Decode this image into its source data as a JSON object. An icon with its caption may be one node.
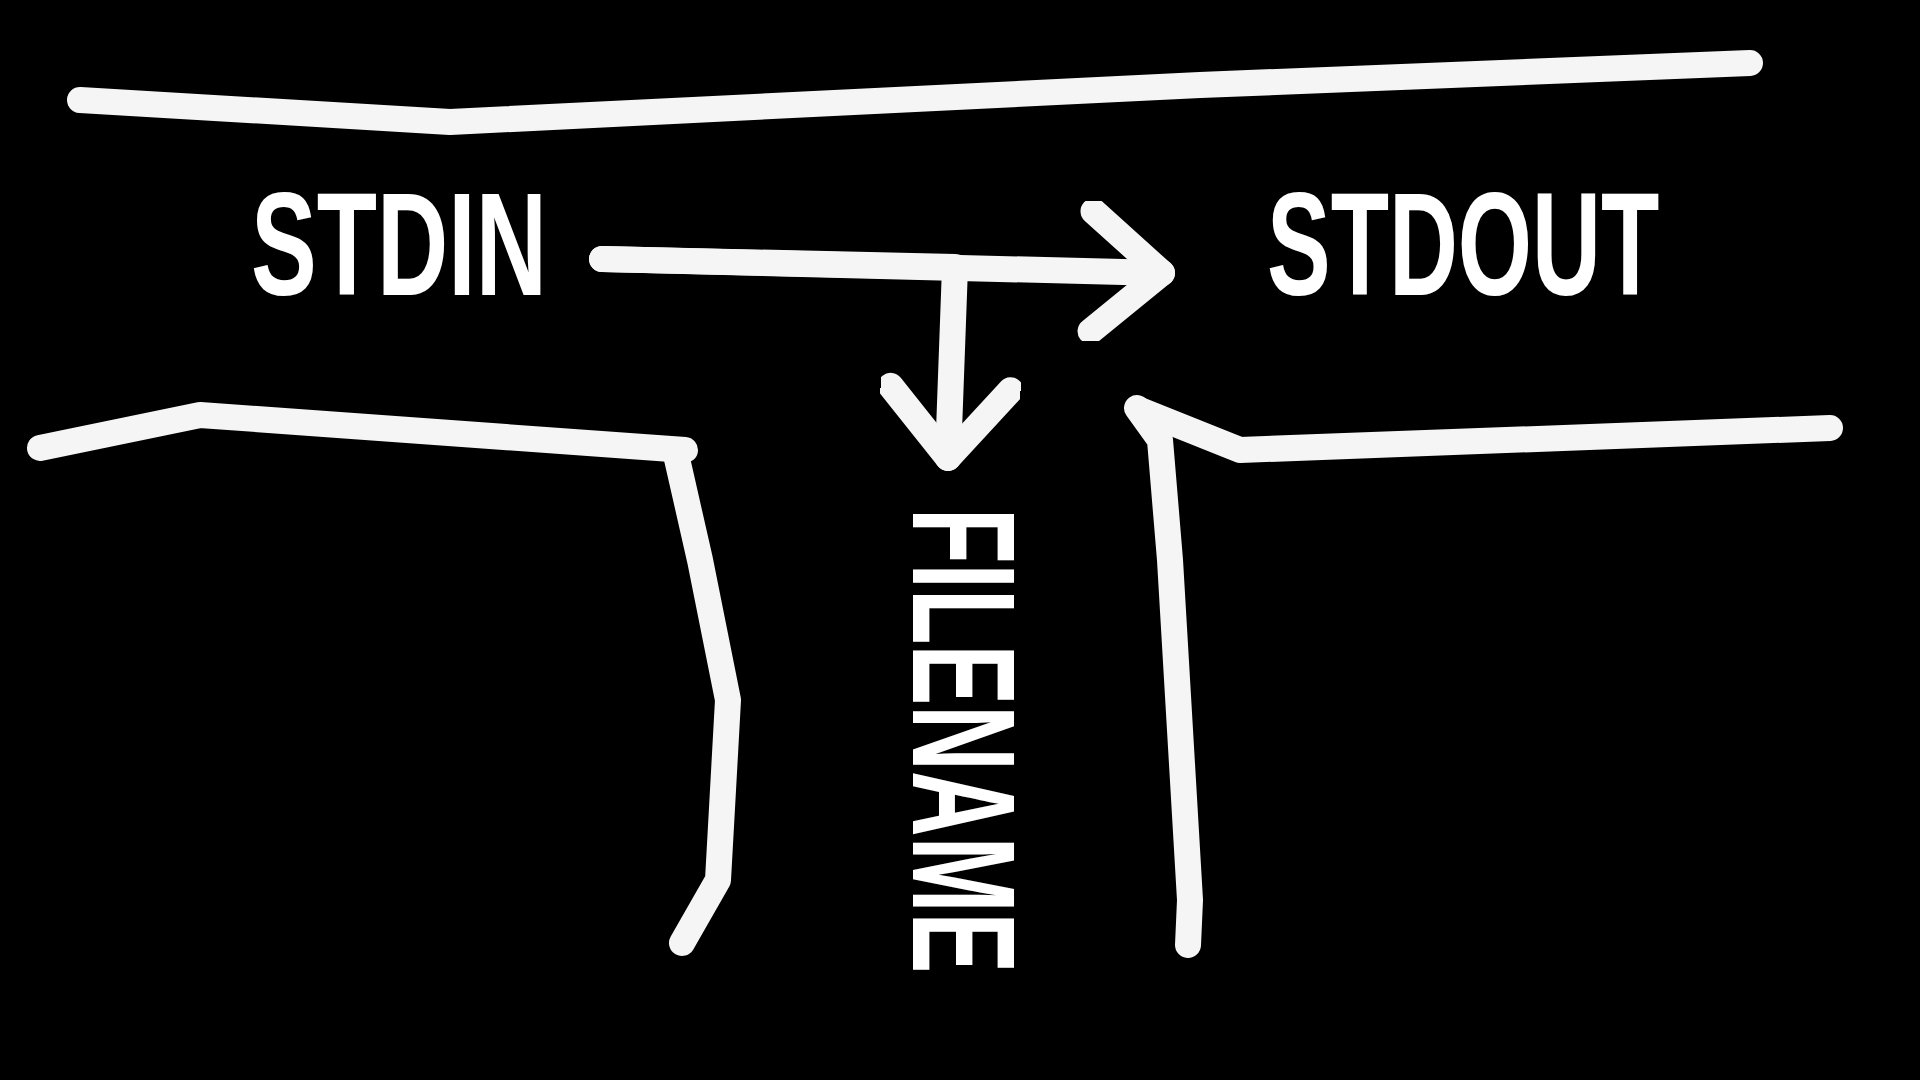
{
  "diagram": {
    "nodes": [
      {
        "text": [
          "STDIN"
        ]
      },
      {
        "text": [
          "STDOUT"
        ]
      },
      {
        "text": [
          "FILENAME"
        ]
      }
    ],
    "edges": [
      {
        "from": 0,
        "to": 1,
        "arrow": "to"
      },
      {
        "from": 0,
        "to": 2,
        "arrow": "to"
      }
    ]
  }
}
